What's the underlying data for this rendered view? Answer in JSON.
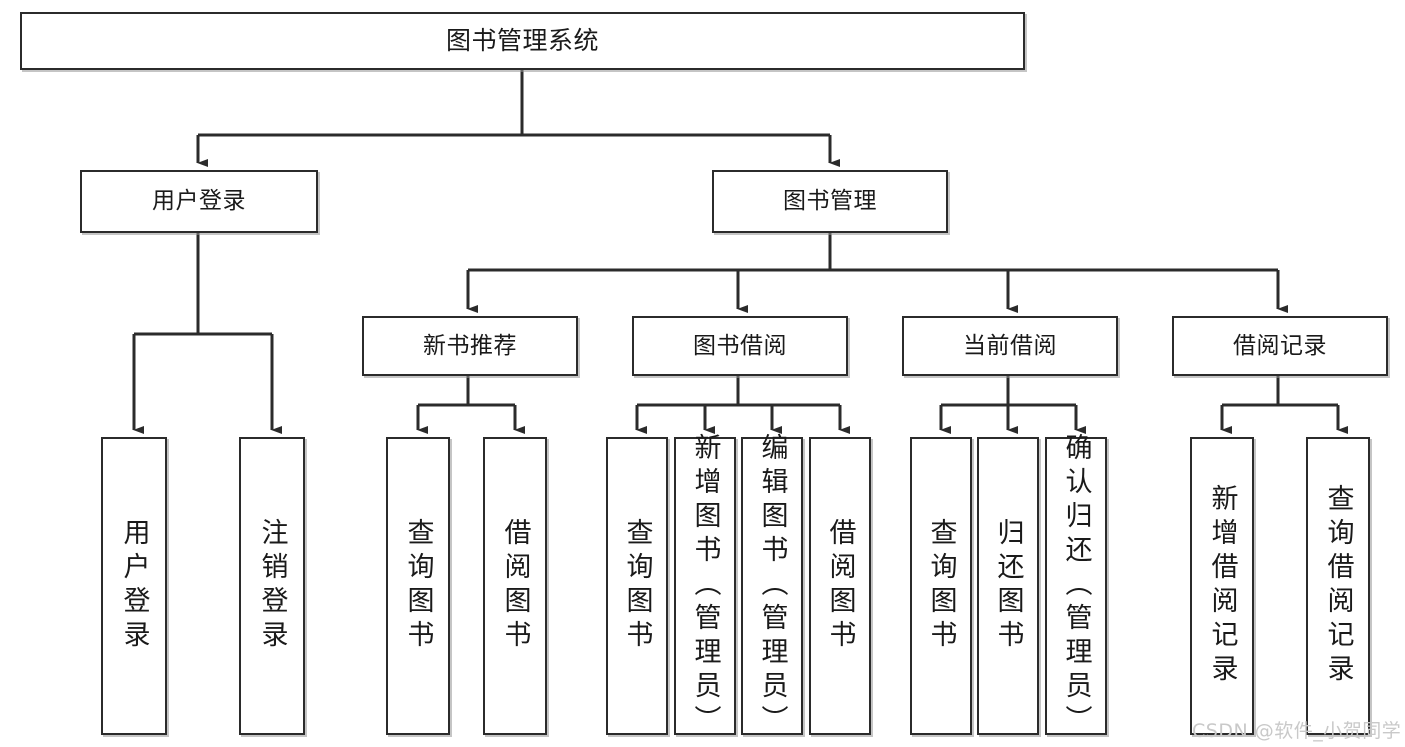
{
  "diagram": {
    "title": "图书管理系统",
    "type": "tree-hierarchy",
    "root": {
      "label": "图书管理系统"
    },
    "level1": [
      {
        "label": "用户登录"
      },
      {
        "label": "图书管理"
      }
    ],
    "level2": [
      {
        "label": "新书推荐"
      },
      {
        "label": "图书借阅"
      },
      {
        "label": "当前借阅"
      },
      {
        "label": "借阅记录"
      }
    ],
    "leaves": {
      "user_login": [
        {
          "label": "用户登录"
        },
        {
          "label": "注销登录"
        }
      ],
      "new_book_recommend": [
        {
          "label": "查询图书"
        },
        {
          "label": "借阅图书"
        }
      ],
      "book_borrow": [
        {
          "label": "查询图书"
        },
        {
          "label": "新增图书（管理员）"
        },
        {
          "label": "编辑图书（管理员）"
        },
        {
          "label": "借阅图书"
        }
      ],
      "current_borrow": [
        {
          "label": "查询图书"
        },
        {
          "label": "归还图书"
        },
        {
          "label": "确认归还（管理员）"
        }
      ],
      "borrow_record": [
        {
          "label": "新增借阅记录"
        },
        {
          "label": "查询借阅记录"
        }
      ]
    }
  },
  "watermark": {
    "text": "CSDN @软件_小贺同学"
  },
  "colors": {
    "border": "#2b2b2b",
    "background": "#ffffff",
    "text": "#1a1a1a",
    "watermark": "#c9c9c9"
  }
}
